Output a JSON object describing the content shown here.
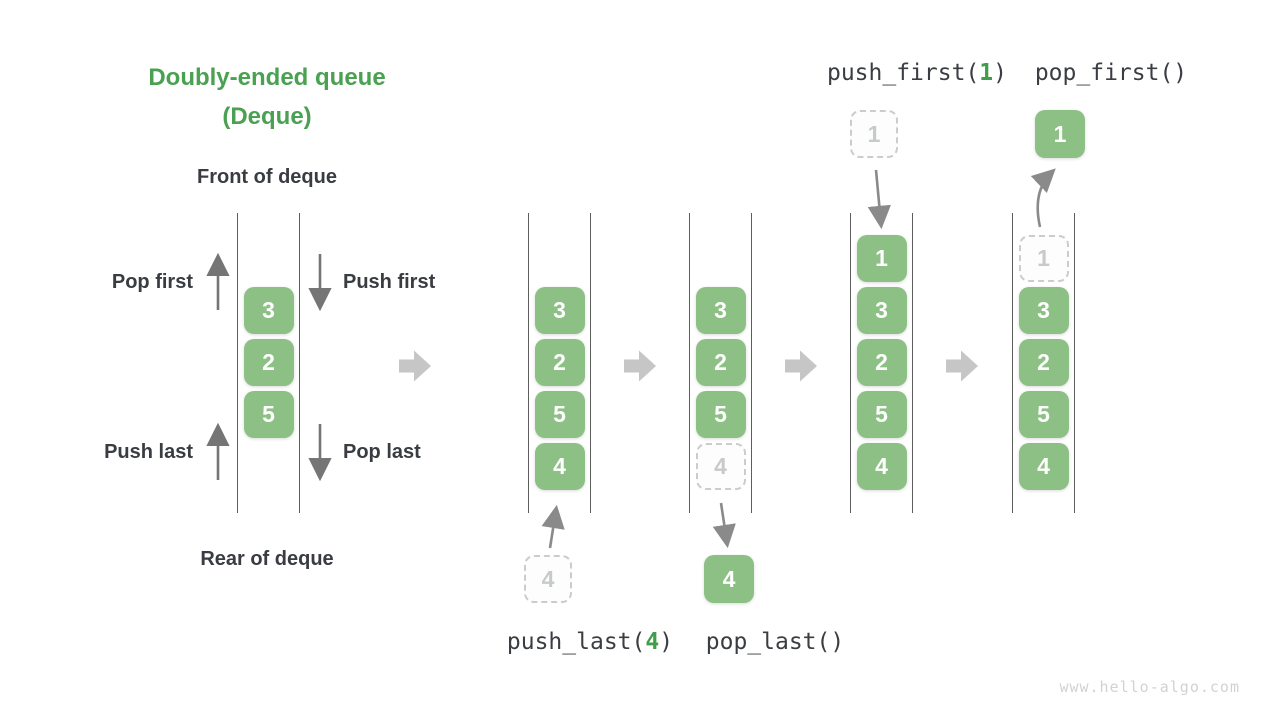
{
  "title": {
    "line1": "Doubly-ended queue",
    "line2": "(Deque)"
  },
  "labels": {
    "front": "Front of deque",
    "rear": "Rear of deque",
    "pop_first": "Pop first",
    "push_first": "Push first",
    "push_last": "Push last",
    "pop_last": "Pop last"
  },
  "operations": {
    "push_last": {
      "prefix": "push_last(",
      "arg": "4",
      "suffix": ")"
    },
    "pop_last": {
      "text": "pop_last()"
    },
    "push_first": {
      "prefix": "push_first(",
      "arg": "1",
      "suffix": ")"
    },
    "pop_first": {
      "text": "pop_first()"
    }
  },
  "deques": [
    {
      "name": "initial",
      "cells": [
        {
          "v": "3"
        },
        {
          "v": "2"
        },
        {
          "v": "5"
        }
      ]
    },
    {
      "name": "after-push-last",
      "cells": [
        {
          "v": "3"
        },
        {
          "v": "2"
        },
        {
          "v": "5"
        },
        {
          "v": "4"
        }
      ]
    },
    {
      "name": "during-pop-last",
      "cells": [
        {
          "v": "3"
        },
        {
          "v": "2"
        },
        {
          "v": "5"
        },
        {
          "v": "4",
          "state": "ghost"
        }
      ]
    },
    {
      "name": "after-push-first",
      "cells": [
        {
          "v": "1"
        },
        {
          "v": "3"
        },
        {
          "v": "2"
        },
        {
          "v": "5"
        },
        {
          "v": "4"
        }
      ]
    },
    {
      "name": "during-pop-first",
      "cells": [
        {
          "v": "1",
          "state": "ghost"
        },
        {
          "v": "3"
        },
        {
          "v": "2"
        },
        {
          "v": "5"
        },
        {
          "v": "4"
        }
      ]
    }
  ],
  "floating": {
    "push_last_source": "4",
    "pop_last_result": "4",
    "push_first_source": "1",
    "pop_first_result": "1"
  },
  "colors": {
    "box_green": "#8cc084",
    "title_green": "#4aa152",
    "code_arg_green": "#3f9e4a",
    "dark_text": "#393c41",
    "arrow_gray": "#757575",
    "big_arrow_gray": "#c6c6c6",
    "ghost_border": "#cccccc",
    "wall_gray": "#5d5d5d"
  },
  "watermark": "www.hello-algo.com"
}
